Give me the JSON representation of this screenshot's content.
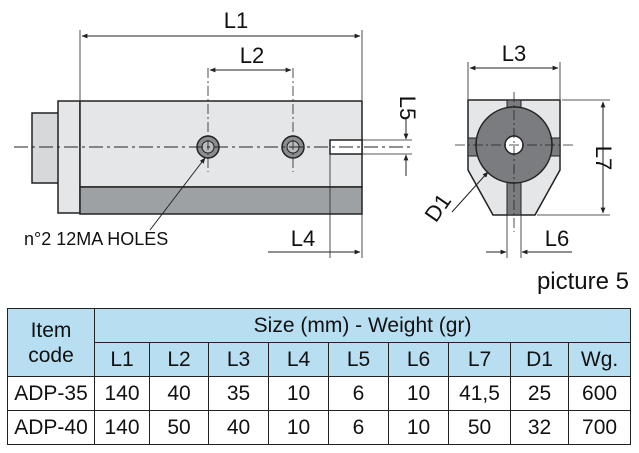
{
  "drawing": {
    "dimension_labels": {
      "L1": "L1",
      "L2": "L2",
      "L3": "L3",
      "L4": "L4",
      "L5": "L5",
      "L6": "L6",
      "L7": "L7",
      "D1": "D1"
    },
    "holes_note": "n°2 12MA HOLES"
  },
  "caption": "picture 5",
  "table": {
    "item_header_line1": "Item",
    "item_header_line2": "code",
    "group_header": "Size (mm) - Weight (gr)",
    "columns": [
      "L1",
      "L2",
      "L3",
      "L4",
      "L5",
      "L6",
      "L7",
      "D1",
      "Wg."
    ],
    "rows": [
      {
        "code": "ADP-35",
        "values": [
          "140",
          "40",
          "35",
          "10",
          "6",
          "10",
          "41,5",
          "25",
          "600"
        ]
      },
      {
        "code": "ADP-40",
        "values": [
          "140",
          "50",
          "40",
          "10",
          "6",
          "10",
          "50",
          "32",
          "700"
        ]
      }
    ]
  },
  "colors": {
    "header_fill": "#b8def1",
    "body_gray": "#e4e6e8",
    "base_gray": "#9ea1a4",
    "disc_gray": "#7a7c7f"
  }
}
